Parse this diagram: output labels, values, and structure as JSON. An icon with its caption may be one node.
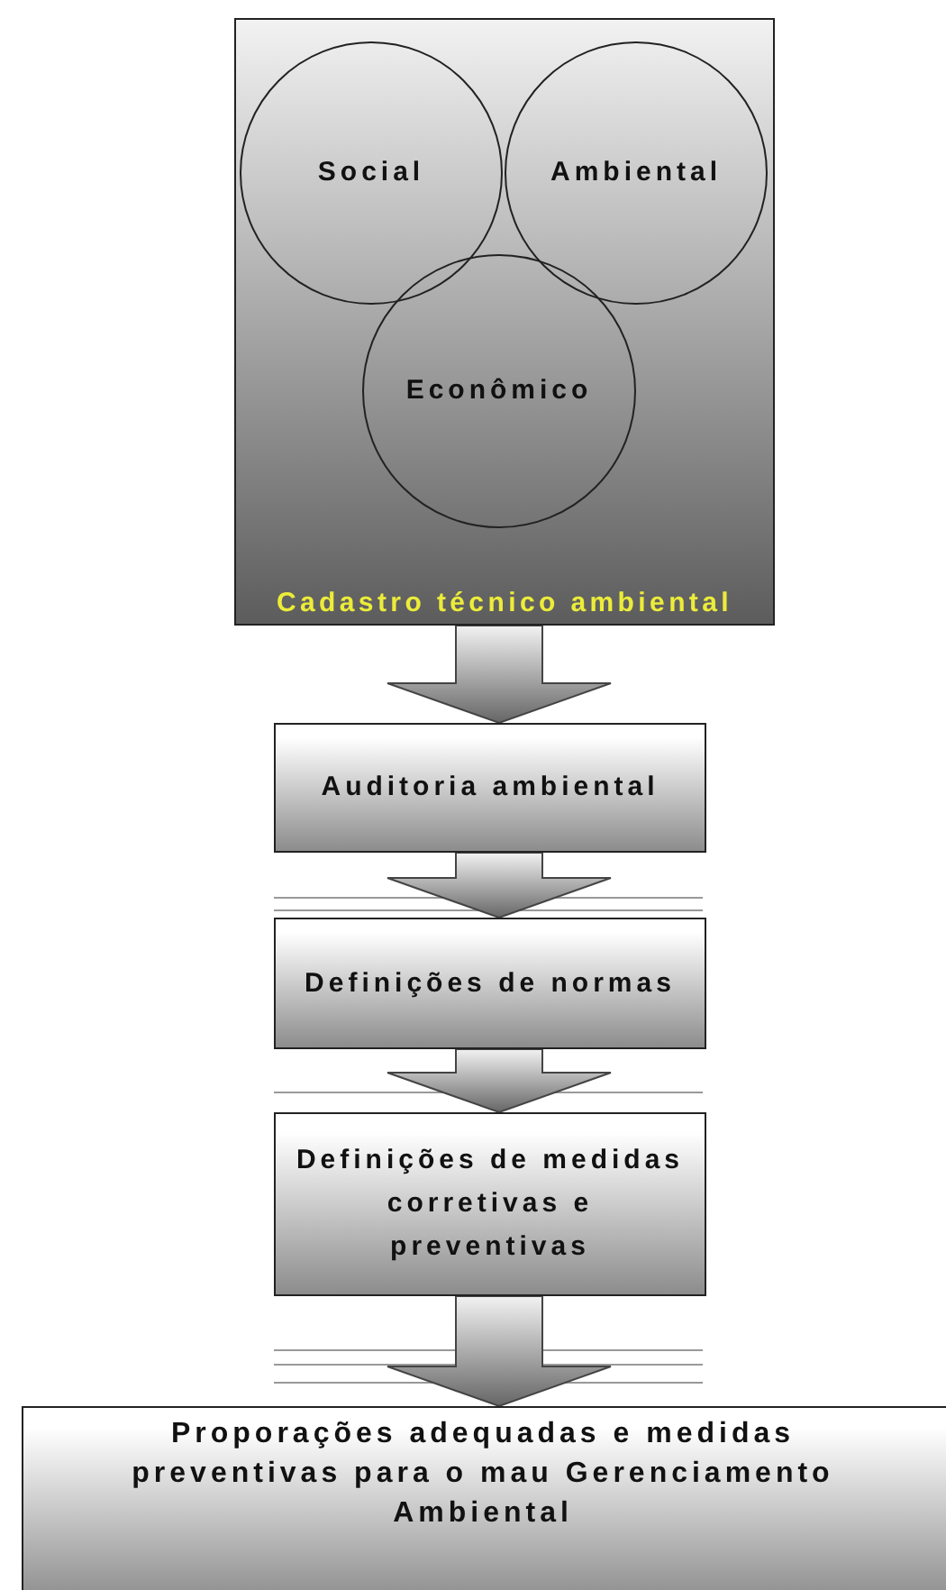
{
  "diagram": {
    "nodes": [
      {
        "text": [
          "Cadastro técnico ambiental"
        ]
      },
      {
        "text": [
          "Social"
        ],
        "in": 0
      },
      {
        "text": [
          "Ambiental"
        ],
        "in": 0
      },
      {
        "text": [
          "Econômico"
        ],
        "in": 0
      },
      {
        "text": [
          "Auditoria ambiental"
        ]
      },
      {
        "text": [
          "Definições de normas"
        ]
      },
      {
        "text": [
          "Definições de medidas corretivas e preventivas"
        ]
      },
      {
        "text": [
          "Proporações adequadas e medidas preventivas para o mau Gerenciamento Ambiental"
        ]
      }
    ],
    "edges": [
      {
        "from": 0,
        "to": 4,
        "arrow": "to"
      },
      {
        "from": 4,
        "to": 5,
        "arrow": "to"
      },
      {
        "from": 5,
        "to": 6,
        "arrow": "to"
      },
      {
        "from": 6,
        "to": 7,
        "arrow": "to"
      }
    ]
  }
}
